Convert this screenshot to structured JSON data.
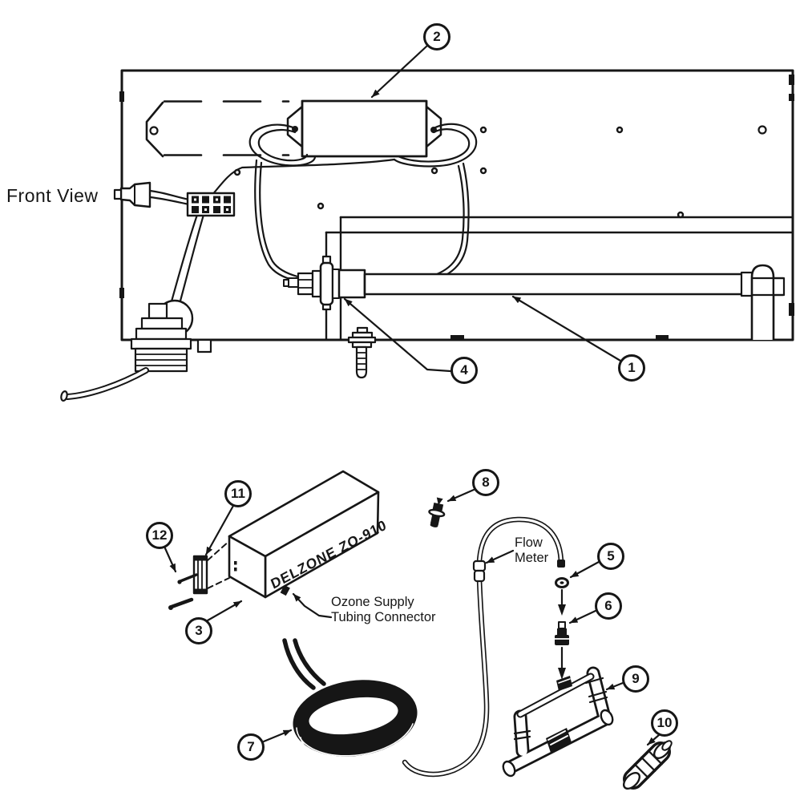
{
  "diagram": {
    "front_view_label": "Front View",
    "product_box_label": "DELZONE ZO-910",
    "flow_meter_label": {
      "line1": "Flow",
      "line2": "Meter"
    },
    "ozone_connector_label": {
      "line1": "Ozone Supply",
      "line2": "Tubing Connector"
    },
    "callouts": [
      {
        "number": "1"
      },
      {
        "number": "2"
      },
      {
        "number": "3"
      },
      {
        "number": "4"
      },
      {
        "number": "5"
      },
      {
        "number": "6"
      },
      {
        "number": "7"
      },
      {
        "number": "8"
      },
      {
        "number": "9"
      },
      {
        "number": "10"
      },
      {
        "number": "11"
      },
      {
        "number": "12"
      }
    ],
    "colors": {
      "ink": "#161616",
      "background": "#ffffff"
    }
  }
}
